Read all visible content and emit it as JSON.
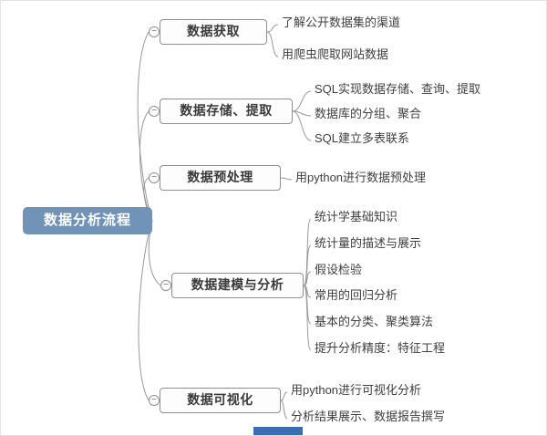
{
  "root": {
    "label": "数据分析流程"
  },
  "ui": {
    "collapse_glyph": "−"
  },
  "branches": [
    {
      "label": "数据获取",
      "leaves": [
        "了解公开数据集的渠道",
        "用爬虫爬取网站数据"
      ]
    },
    {
      "label": "数据存储、提取",
      "leaves": [
        "SQL实现数据存储、查询、提取",
        "数据库的分组、聚合",
        "SQL建立多表联系"
      ]
    },
    {
      "label": "数据预处理",
      "leaves": [
        "用python进行数据预处理"
      ]
    },
    {
      "label": "数据建模与分析",
      "leaves": [
        "统计学基础知识",
        "统计量的描述与展示",
        "假设检验",
        "常用的回归分析",
        "基本的分类、聚类算法",
        "提升分析精度：特征工程"
      ]
    },
    {
      "label": "数据可视化",
      "leaves": [
        "用python进行可视化分析",
        "分析结果展示、数据报告撰写"
      ]
    }
  ],
  "colors": {
    "root_background": "#7293b8",
    "root_text": "#ffffff",
    "branch_border": "#8f8f8f",
    "connector_line": "#999999",
    "leaf_text": "#3f3f3f",
    "watermark_bar": "#3b6db5"
  }
}
